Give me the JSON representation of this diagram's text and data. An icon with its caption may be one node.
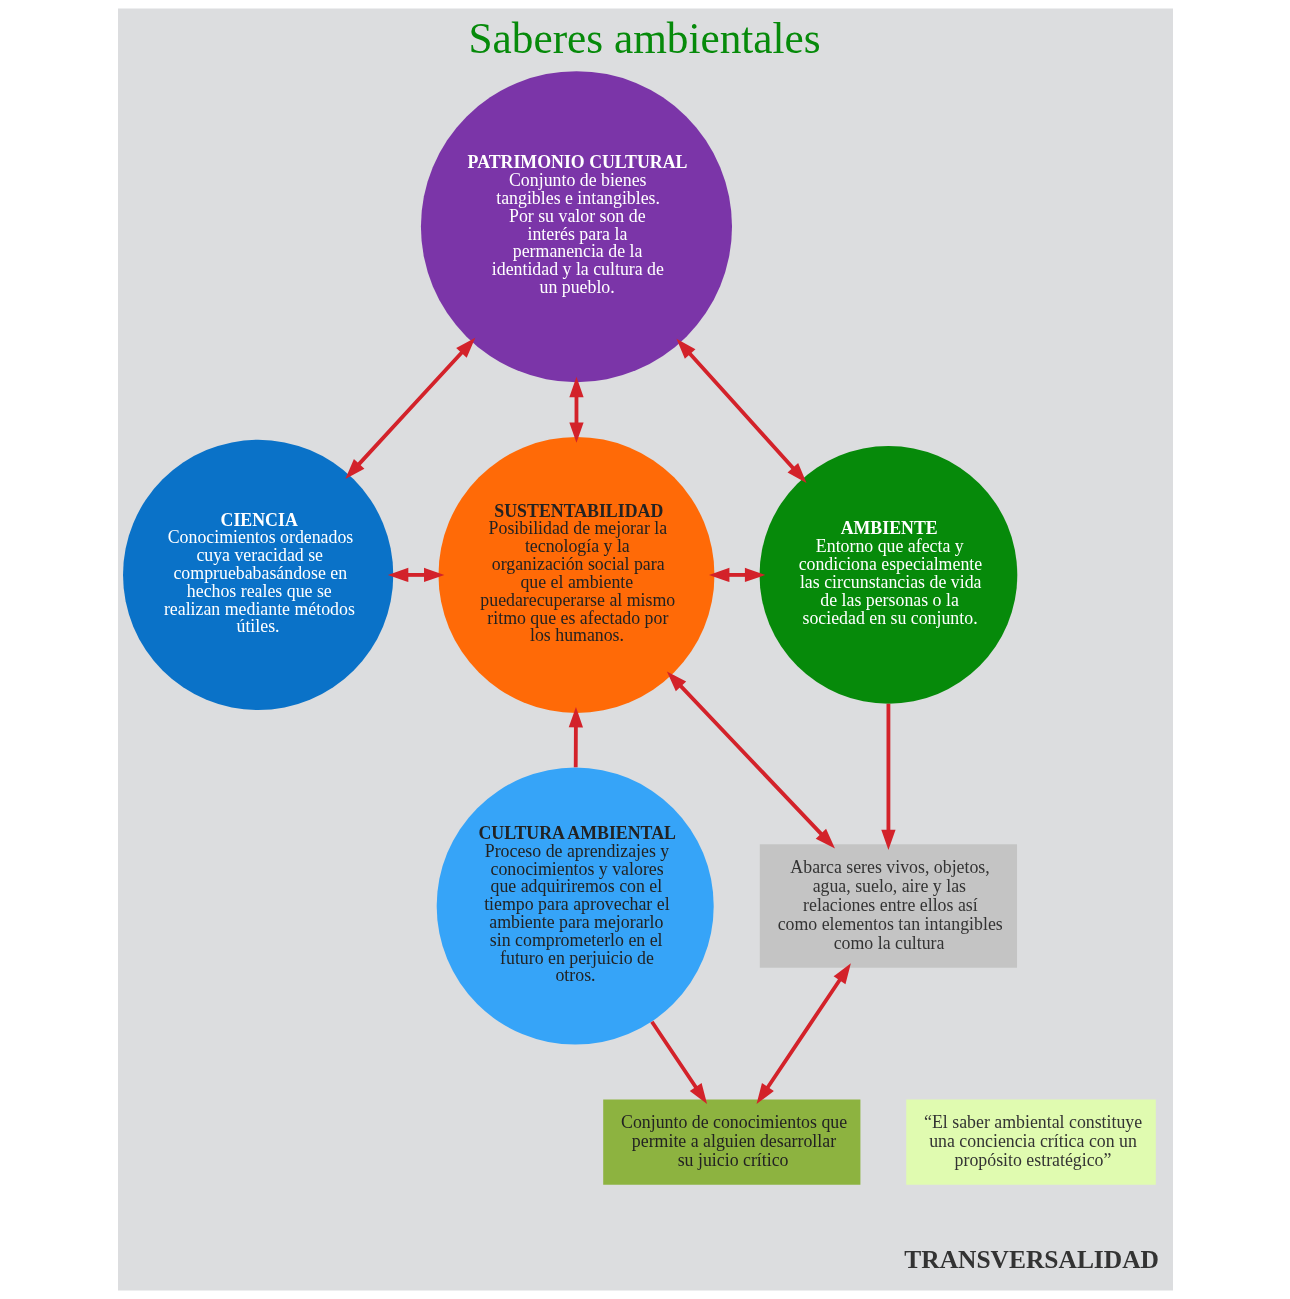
{
  "diagram": {
    "title": "Saberes ambientales",
    "nodes": [
      {
        "text": [
          "PATRIMONIO CULTURAL",
          "Conjunto de bienes tangibles e intangibles. Por su valor son de interés para la permanencia de la identidad y la cultura de un pueblo."
        ]
      },
      {
        "text": [
          "CIENCIA",
          "Conocimientos ordenados cuya veracidad se compruebabasándose en hechos reales que se realizan mediante métodos útiles."
        ]
      },
      {
        "text": [
          "SUSTENTABILIDAD",
          "Posibilidad de mejorar la tecnología y la organización social para que el ambiente puedarecuperarse al mismo ritmo que es afectado por los humanos."
        ]
      },
      {
        "text": [
          "AMBIENTE",
          "Entorno que afecta y condiciona especialmente las circunstancias de vida de las personas o la sociedad en su conjunto."
        ]
      },
      {
        "text": [
          "Abarca seres vivos, objetos, agua, suelo, aire y las relaciones entre ellos así como elementos tan intangibles como la cultura"
        ]
      },
      {
        "text": [
          "CULTURA AMBIENTAL",
          "Proceso de aprendizajes y conocimientos y valores que adquiriremos con el tiempo para aprovechar el ambiente para mejorarlo sin comprometerlo en el futuro en perjuicio de otros."
        ]
      },
      {
        "text": [
          "“El saber ambiental constituye una conciencia crítica con un propósito estratégico”"
        ]
      },
      {
        "text": [
          "Conjunto de conocimientos que permite a alguien desarrollar su juicio crítico"
        ]
      }
    ],
    "edges": [
      {
        "from": 0,
        "to": 1,
        "arrow": "both"
      },
      {
        "from": 0,
        "to": 3,
        "arrow": "both"
      },
      {
        "from": 0,
        "to": 2,
        "arrow": "both"
      },
      {
        "from": 1,
        "to": 2,
        "arrow": "both"
      },
      {
        "from": 2,
        "to": 3,
        "arrow": "both"
      },
      {
        "from": 3,
        "to": 4,
        "arrow": "to"
      },
      {
        "from": 5,
        "to": 2,
        "arrow": "to"
      },
      {
        "from": 2,
        "to": 4,
        "arrow": "both"
      },
      {
        "from": 4,
        "to": 7,
        "arrow": "both"
      },
      {
        "from": 5,
        "to": 7,
        "arrow": "to"
      }
    ],
    "labels": [
      "TRANSVERSALIDAD"
    ]
  }
}
